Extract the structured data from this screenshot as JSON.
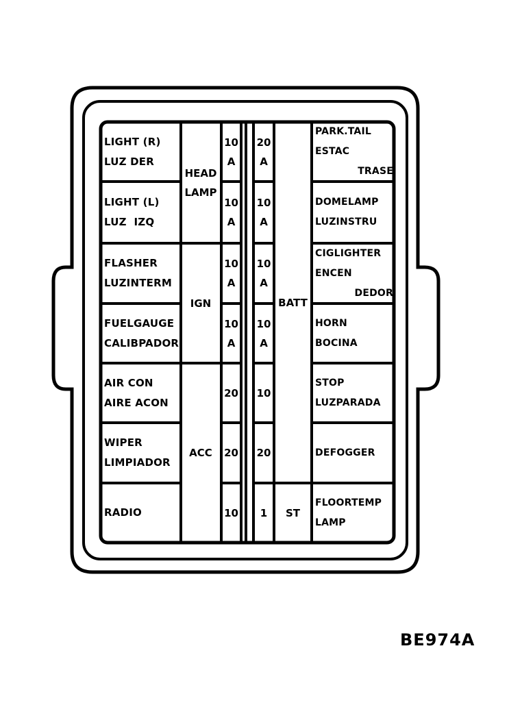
{
  "diagram_code": "BE974A",
  "left_fuses": [
    {
      "lines": [
        "LIGHT (R)",
        "LUZ DER"
      ]
    },
    {
      "lines": [
        "LIGHT (L)",
        "LUZ  IZQ"
      ]
    },
    {
      "lines": [
        "FLASHER",
        "LUZINTERM"
      ]
    },
    {
      "lines": [
        "FUELGAUGE",
        "CALIBPADOR"
      ]
    },
    {
      "lines": [
        "AIR CON",
        "AIRE ACON"
      ]
    },
    {
      "lines": [
        "WIPER",
        "LIMPIADOR"
      ]
    },
    {
      "lines": [
        "RADIO"
      ]
    }
  ],
  "left_groups": [
    {
      "lines": [
        "HEAD",
        "LAMP"
      ]
    },
    {
      "lines": [
        "IGN"
      ]
    },
    {
      "lines": [
        "ACC"
      ]
    }
  ],
  "left_ratings": [
    {
      "lines": [
        "10",
        "A"
      ]
    },
    {
      "lines": [
        "10",
        "A"
      ]
    },
    {
      "lines": [
        "10",
        "A"
      ]
    },
    {
      "lines": [
        "10",
        "A"
      ]
    },
    {
      "lines": [
        "20"
      ]
    },
    {
      "lines": [
        "20"
      ]
    },
    {
      "lines": [
        "10"
      ]
    }
  ],
  "right_ratings": [
    {
      "lines": [
        "20",
        "A"
      ]
    },
    {
      "lines": [
        "10",
        "A"
      ]
    },
    {
      "lines": [
        "10",
        "A"
      ]
    },
    {
      "lines": [
        "10",
        "A"
      ]
    },
    {
      "lines": [
        "10"
      ]
    },
    {
      "lines": [
        "20"
      ]
    },
    {
      "lines": [
        "1"
      ]
    }
  ],
  "right_groups": [
    {
      "lines": [
        "BATT"
      ]
    },
    {
      "lines": [
        "ST"
      ]
    }
  ],
  "right_fuses": [
    {
      "lines": [
        "PARK.TAIL",
        "ESTAC",
        "TRASE"
      ]
    },
    {
      "lines": [
        "DOMELAMP",
        "LUZINSTRU"
      ]
    },
    {
      "lines": [
        "CIGLIGHTER",
        "ENCEN",
        "DEDOR"
      ]
    },
    {
      "lines": [
        "HORN",
        "BOCINA"
      ]
    },
    {
      "lines": [
        "STOP",
        "LUZPARADA"
      ]
    },
    {
      "lines": [
        "DEFOGGER"
      ]
    },
    {
      "lines": [
        "FLOORTEMP",
        "LAMP"
      ]
    }
  ]
}
